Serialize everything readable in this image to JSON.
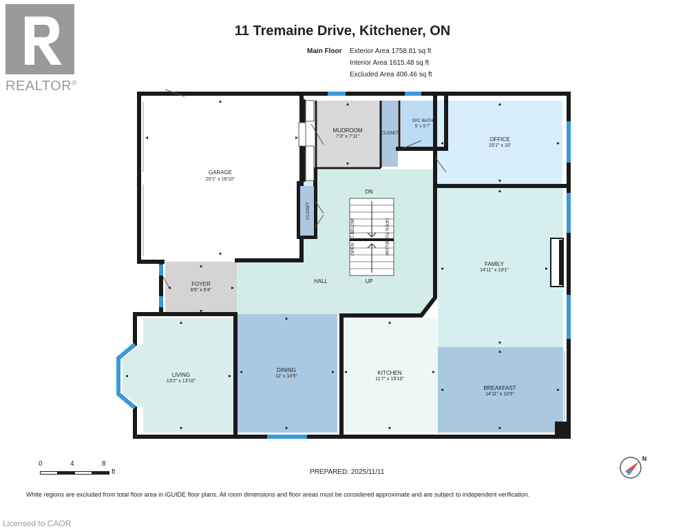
{
  "brand": {
    "logo_text": "REALTOR",
    "logo_mark": "®",
    "color": "#9a9a9a"
  },
  "title": "11 Tremaine Drive, Kitchener, ON",
  "areas": {
    "floor_label": "Main Floor",
    "exterior": "Exterior Area 1758.81 sq ft",
    "interior": "Interior Area 1615.48 sq ft",
    "excluded": "Excluded Area 406.46 sq ft"
  },
  "rooms": {
    "garage": {
      "name": "GARAGE",
      "dims": "20'1\" x 18'10\""
    },
    "mudroom": {
      "name": "MUDROOM",
      "dims": "7'3\" x 7'11\""
    },
    "closet_mud": {
      "name": "CLOSET"
    },
    "bath": {
      "name": "2PC BATH",
      "dims": "5' x 5'7\""
    },
    "office": {
      "name": "OFFICE",
      "dims": "15'1\" x 10'"
    },
    "closet_hall": {
      "name": "CLOSET"
    },
    "stairs": {
      "down": "DN",
      "up": "UP",
      "open_below": "OPEN TO BELOW"
    },
    "hall": {
      "name": "HALL"
    },
    "foyer": {
      "name": "FOYER",
      "dims": "8'6\" x 6'4\""
    },
    "family": {
      "name": "FAMILY",
      "dims": "14'11\" x 19'1\""
    },
    "living": {
      "name": "LIVING",
      "dims": "13'2\" x 13'10\""
    },
    "dining": {
      "name": "DINING",
      "dims": "12' x 14'5\""
    },
    "kitchen": {
      "name": "KITCHEN",
      "dims": "11'7\" x 15'10\""
    },
    "breakfast": {
      "name": "BREAKFAST",
      "dims": "14'11\" x 10'5\""
    }
  },
  "colors": {
    "wall": "#1a1a1a",
    "window": "#3a9ad9",
    "mudroom": "#d9d9d9",
    "closet": "#aec7e0",
    "bath": "#bcdcf2",
    "office": "#d8eefa",
    "hall": "#d3ece9",
    "foyer": "#d4d4d4",
    "family": "#d6efee",
    "living": "#d8eeec",
    "dining": "#a9c8e2",
    "kitchen": "#edf8f6",
    "breakfast": "#aac8e0"
  },
  "scale": {
    "ticks": [
      "0",
      "4",
      "8"
    ],
    "unit": "ft"
  },
  "prepared": "PREPARED: 2025/11/11",
  "compass_icon": "compass-icon",
  "compass_label": "N",
  "disclaimer": "White regions are excluded from total floor area in iGUIDE floor plans. All room dimensions and floor areas must be considered approximate and are subject to independent verification.",
  "licensed": "Licensed to CAOR"
}
